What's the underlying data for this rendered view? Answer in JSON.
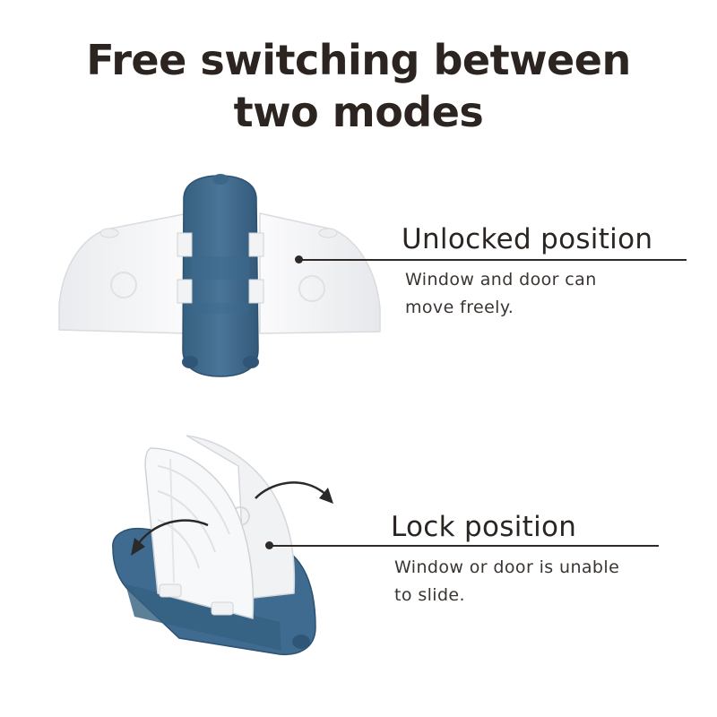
{
  "title": {
    "line1": "Free switching between",
    "line2": "two modes"
  },
  "unlocked": {
    "label": "Unlocked position",
    "desc_line1": "Window and door can",
    "desc_line2": "move freely."
  },
  "locked": {
    "label": "Lock position",
    "desc_line1": "Window or door is unable",
    "desc_line2": "to slide."
  },
  "colors": {
    "body_blue": "#3f6b91",
    "dark_blue": "#2f5677",
    "white_part": "#f4f5f6",
    "text": "#2b2420"
  }
}
